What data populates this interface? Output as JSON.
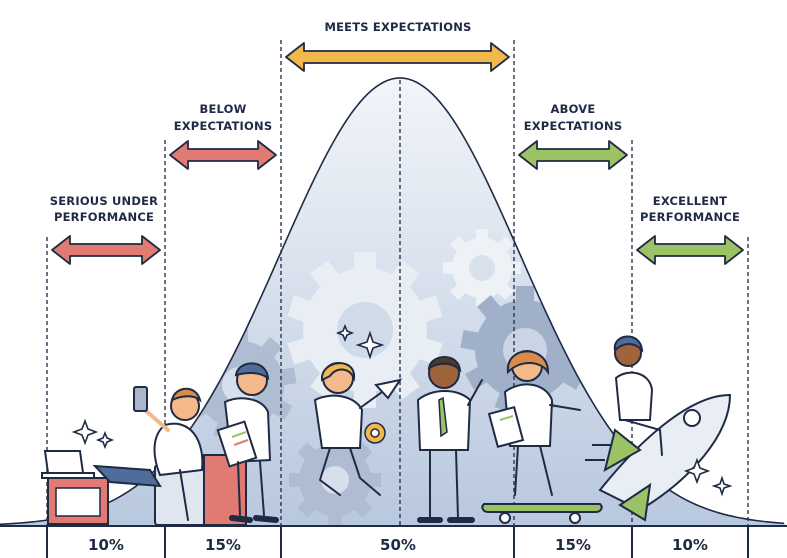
{
  "categories": [
    {
      "key": "serious",
      "label_lines": [
        "SERIOUS UNDER",
        "PERFORMANCE"
      ],
      "percent": "10%",
      "arrow_color": "#e07a72"
    },
    {
      "key": "below",
      "label_lines": [
        "BELOW",
        "EXPECTATIONS"
      ],
      "percent": "15%",
      "arrow_color": "#e07a72"
    },
    {
      "key": "meets",
      "label_lines": [
        "MEETS EXPECTATIONS"
      ],
      "percent": "50%",
      "arrow_color": "#f2b84b"
    },
    {
      "key": "above",
      "label_lines": [
        "ABOVE",
        "EXPECTATIONS"
      ],
      "percent": "15%",
      "arrow_color": "#9cc266"
    },
    {
      "key": "excellent",
      "label_lines": [
        "EXCELLENT",
        "PERFORMANCE"
      ],
      "percent": "10%",
      "arrow_color": "#9cc266"
    }
  ],
  "colors": {
    "curve_fill_top": "#dfe6f0",
    "curve_fill_bottom": "#c3d2e6",
    "gear": "#a9b7cb",
    "gear_light": "#e9eef5",
    "ink": "#1f2a44",
    "skin": "#f3b98a",
    "shirt": "#ffffff",
    "pants": "#4f6c9a",
    "accent_red": "#e07a72",
    "accent_green": "#9cc266",
    "accent_yellow": "#f2b84b"
  },
  "icons": [
    "gear-icon",
    "sparkle-icon",
    "rocket-icon",
    "laptop-icon",
    "phone-icon",
    "skateboard-icon",
    "paper-plane-icon",
    "clipboard-icon"
  ]
}
